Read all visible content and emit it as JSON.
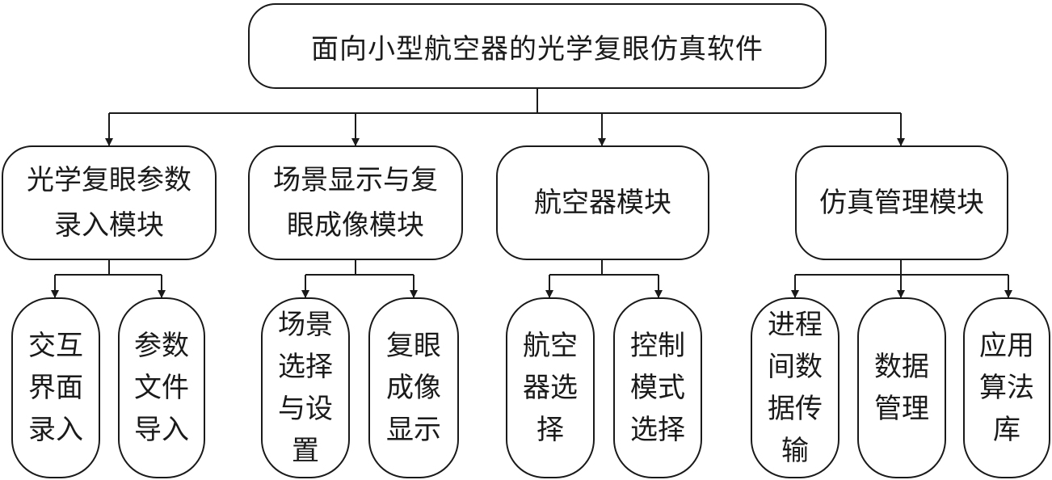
{
  "root": {
    "label": "面向小型航空器的光学复眼仿真软件"
  },
  "modules": [
    {
      "label": "光学复眼参数\n录入模块",
      "children": [
        "交互\n界面\n录入",
        "参数\n文件\n导入"
      ]
    },
    {
      "label": "场景显示与复\n眼成像模块",
      "children": [
        "场景\n选择\n与设\n置",
        "复眼\n成像\n显示"
      ]
    },
    {
      "label": "航空器模块",
      "children": [
        "航空\n器选\n择",
        "控制\n模式\n选择"
      ]
    },
    {
      "label": "仿真管理模块",
      "children": [
        "进程\n间数\n据传\n输",
        "数据\n管理",
        "应用\n算法\n库"
      ]
    }
  ]
}
